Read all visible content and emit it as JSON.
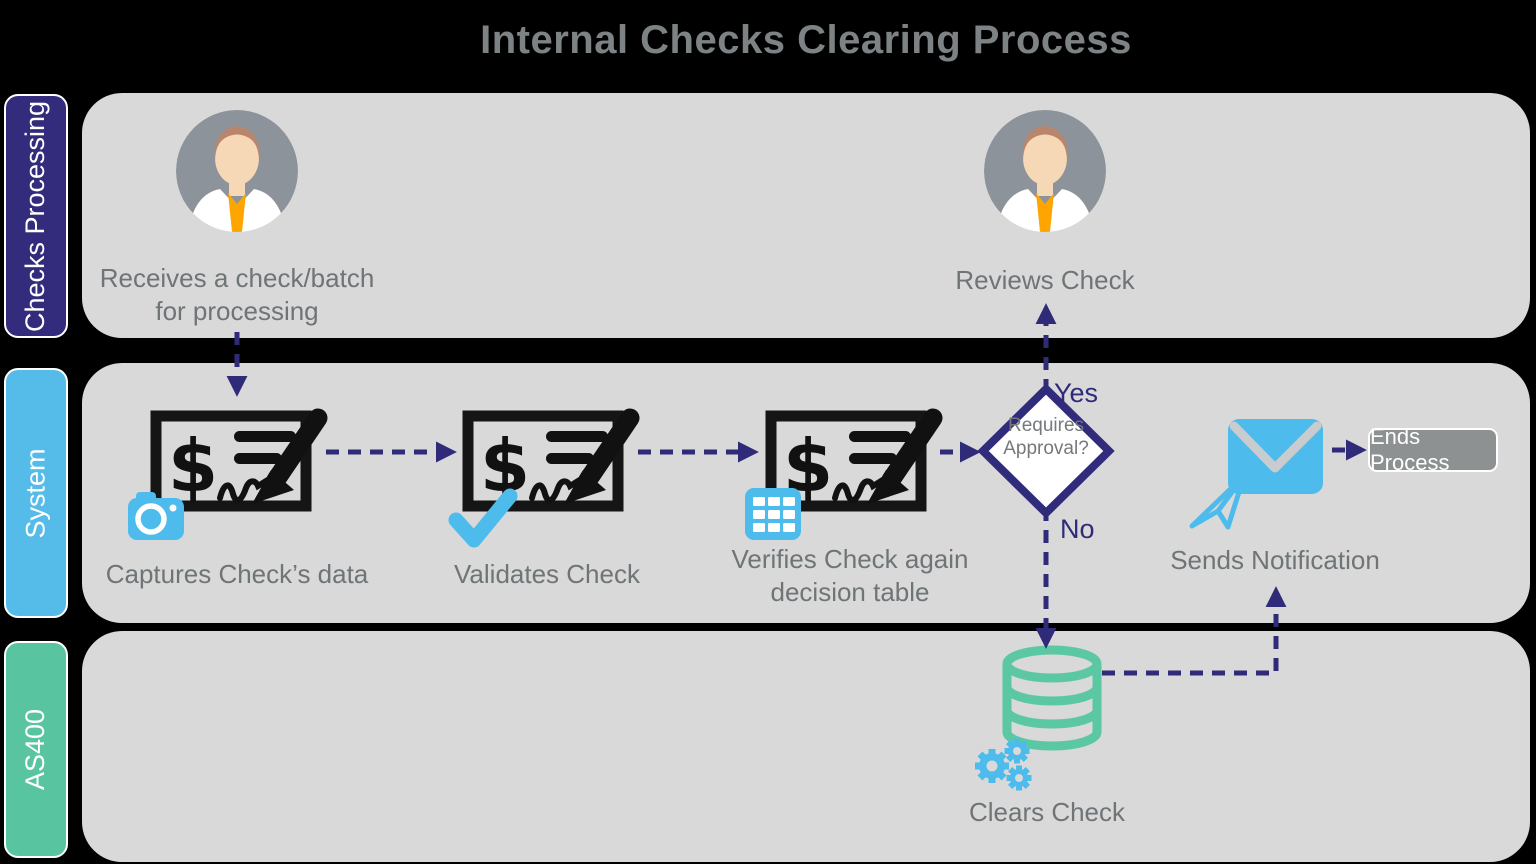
{
  "title": "Internal Checks Clearing Process",
  "lanes": [
    {
      "label": "Checks Processing",
      "color": "#332b7c"
    },
    {
      "label": "System",
      "color": "#55bce9"
    },
    {
      "label": "AS400",
      "color": "#58c4a0"
    }
  ],
  "nodes": {
    "receives": "Receives a check/batch for processing",
    "reviews": "Reviews Check",
    "captures": "Captures Check’s data",
    "validates": "Validates Check",
    "verifies": "Verifies Check again decision table",
    "sends": "Sends Notification",
    "clears": "Clears Check",
    "ends": "Ends Process"
  },
  "decision": {
    "line1": "Requires",
    "line2": "Approval?",
    "yes": "Yes",
    "no": "No"
  },
  "icons": [
    "person-avatar-icon",
    "check-document-icon",
    "camera-icon",
    "checkmark-icon",
    "decision-table-icon",
    "envelope-icon",
    "paper-plane-icon",
    "database-icon",
    "gears-icon"
  ],
  "colors": {
    "background": "#000000",
    "lane_fill": "#d9d9d9",
    "navy": "#2f2b78",
    "system_blue": "#55bce9",
    "as400_green": "#58c4a0",
    "icon_blue": "#4dbbeb",
    "database_green": "#5cc8a3",
    "text_gray": "#6f7477",
    "title_gray": "#7d8285",
    "ends_fill": "#8d9192",
    "tie_orange": "#ffa502"
  }
}
